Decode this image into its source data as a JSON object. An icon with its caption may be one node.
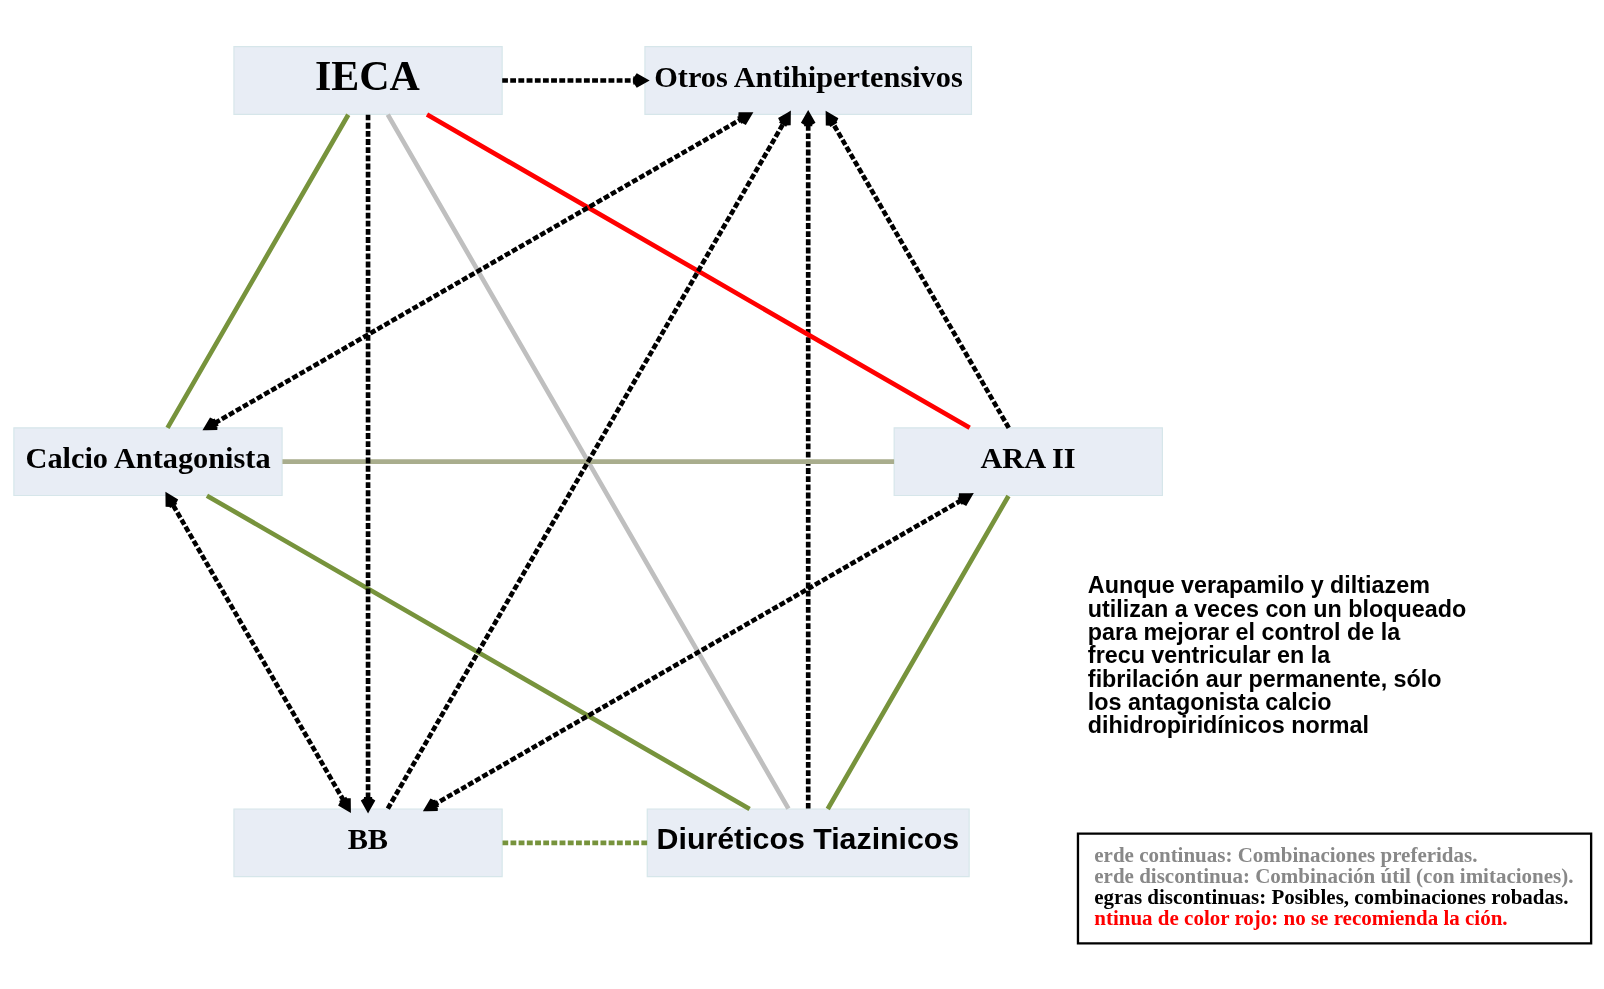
{
  "diagram": {
    "nodes": [
      {
        "text": [
          "erde continuas: Combinaciones preferidas.",
          "erde discontinua: Combinación útil (con imitaciones).",
          "egras discontinuas: Posibles, combinaciones robadas.",
          "ntinua de color rojo: no se recomienda la ción."
        ]
      },
      {
        "text": [
          "Diuréticos Tiazinicos"
        ]
      },
      {
        "text": [
          "BB"
        ]
      },
      {
        "text": [
          "ARA II"
        ]
      },
      {
        "text": [
          "Otros Antihipertensivos"
        ]
      },
      {
        "text": [
          "Calcio Antagonista"
        ]
      },
      {
        "text": [
          "IECA"
        ]
      }
    ],
    "edges": [
      {
        "from": 1,
        "to": 2,
        "arrow": "none",
        "style": "dashed",
        "color": "#77933c"
      },
      {
        "from": 1,
        "to": 3,
        "arrow": "none",
        "color": "#77933c"
      },
      {
        "from": 1,
        "to": 5,
        "arrow": "none",
        "color": "#77933c"
      },
      {
        "from": 1,
        "to": 6,
        "arrow": "none",
        "color": "#bfbfbf"
      },
      {
        "from": 1,
        "to": 4,
        "arrow": "to",
        "style": "dashed"
      },
      {
        "from": 3,
        "to": 2,
        "arrow": "both",
        "style": "dashed"
      },
      {
        "from": 2,
        "to": 5,
        "arrow": "both",
        "style": "dashed"
      },
      {
        "from": 2,
        "to": 4,
        "arrow": "to",
        "style": "dashed"
      },
      {
        "from": 6,
        "to": 2,
        "arrow": "to",
        "style": "dashed"
      },
      {
        "from": 3,
        "to": 4,
        "arrow": "to",
        "style": "dashed"
      },
      {
        "from": 3,
        "to": 6,
        "arrow": "none",
        "color": "#ff0000"
      },
      {
        "from": 3,
        "to": 5,
        "arrow": "none",
        "color": "#a9ad8d"
      },
      {
        "from": 5,
        "to": 4,
        "arrow": "both",
        "style": "dashed"
      },
      {
        "from": 6,
        "to": 4,
        "arrow": "to",
        "style": "dashed"
      },
      {
        "from": 5,
        "to": 6,
        "arrow": "none",
        "color": "#77933c"
      }
    ],
    "labels": [
      "Aunque verapamilo y diltiazem utilizan a veces con un bloqueado para mejorar el control de la frecu ventricular en la fibrilación aur permanente, sólo los antagonista calcio dihidropiridínicos normal"
    ]
  }
}
